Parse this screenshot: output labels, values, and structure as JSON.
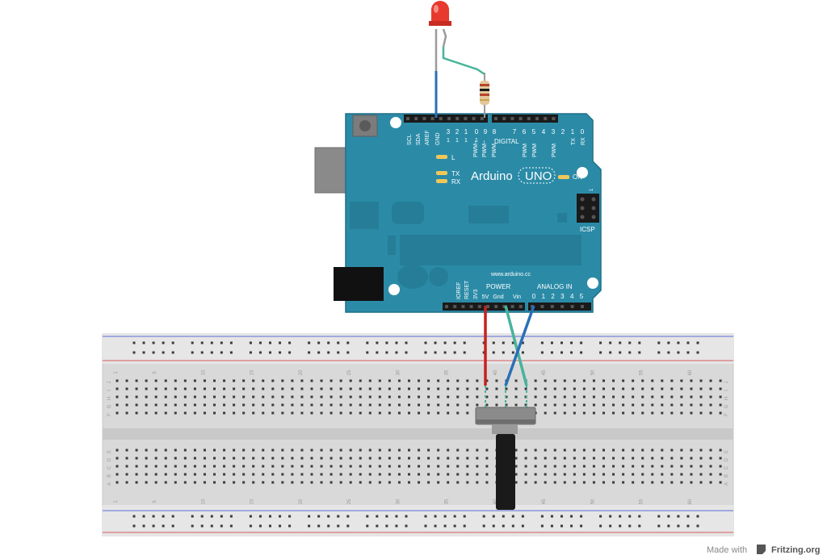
{
  "board": {
    "brand": "Arduino",
    "model": "UNO",
    "url": "www.arduino.cc",
    "on_label": "ON",
    "l_label": "L",
    "tx_label": "TX",
    "rx_label": "RX",
    "icsp_label": "ICSP",
    "icsp_pin1": "1",
    "digital_label": "DIGITAL",
    "power_label": "POWER",
    "analog_label": "ANALOG IN",
    "top_pin_names": [
      "SCL",
      "SDA",
      "AREF",
      "GND"
    ],
    "top_pin_numbers": [
      "3",
      "2",
      "1",
      "0",
      "9",
      "8",
      "7",
      "6",
      "5",
      "4",
      "3",
      "2",
      "1",
      "0"
    ],
    "top_pin_tens": [
      "1",
      "1",
      "1",
      "1"
    ],
    "pwm_labels": [
      "PWM~",
      "PWM~",
      "PWM",
      "PWM",
      "PWM",
      "PWM"
    ],
    "txrx_pin_labels": [
      "TX",
      "RX"
    ],
    "power_pins": [
      "IOREF",
      "RESET",
      "3V3"
    ],
    "power_pins_horizontal": [
      "5V",
      "Gnd",
      "Vin"
    ],
    "analog_pins": [
      "0",
      "1",
      "2",
      "3",
      "4",
      "5"
    ]
  },
  "breadboard": {
    "row_letters_top": [
      "J",
      "I",
      "H",
      "G",
      "F"
    ],
    "row_letters_bottom": [
      "E",
      "D",
      "C",
      "B",
      "A"
    ],
    "column_labels": [
      "1",
      "5",
      "10",
      "15",
      "20",
      "25",
      "30",
      "35",
      "40",
      "45",
      "50",
      "55",
      "60"
    ]
  },
  "credit": {
    "made_with": "Made with",
    "brand": "Fritzing.org"
  },
  "colors": {
    "board_teal": "#2b8ba7",
    "board_dark": "#1f6f88",
    "wire_red": "#c8201f",
    "wire_green": "#46b49b",
    "wire_blue": "#2a6fb8",
    "led_red": "#e8392f"
  }
}
